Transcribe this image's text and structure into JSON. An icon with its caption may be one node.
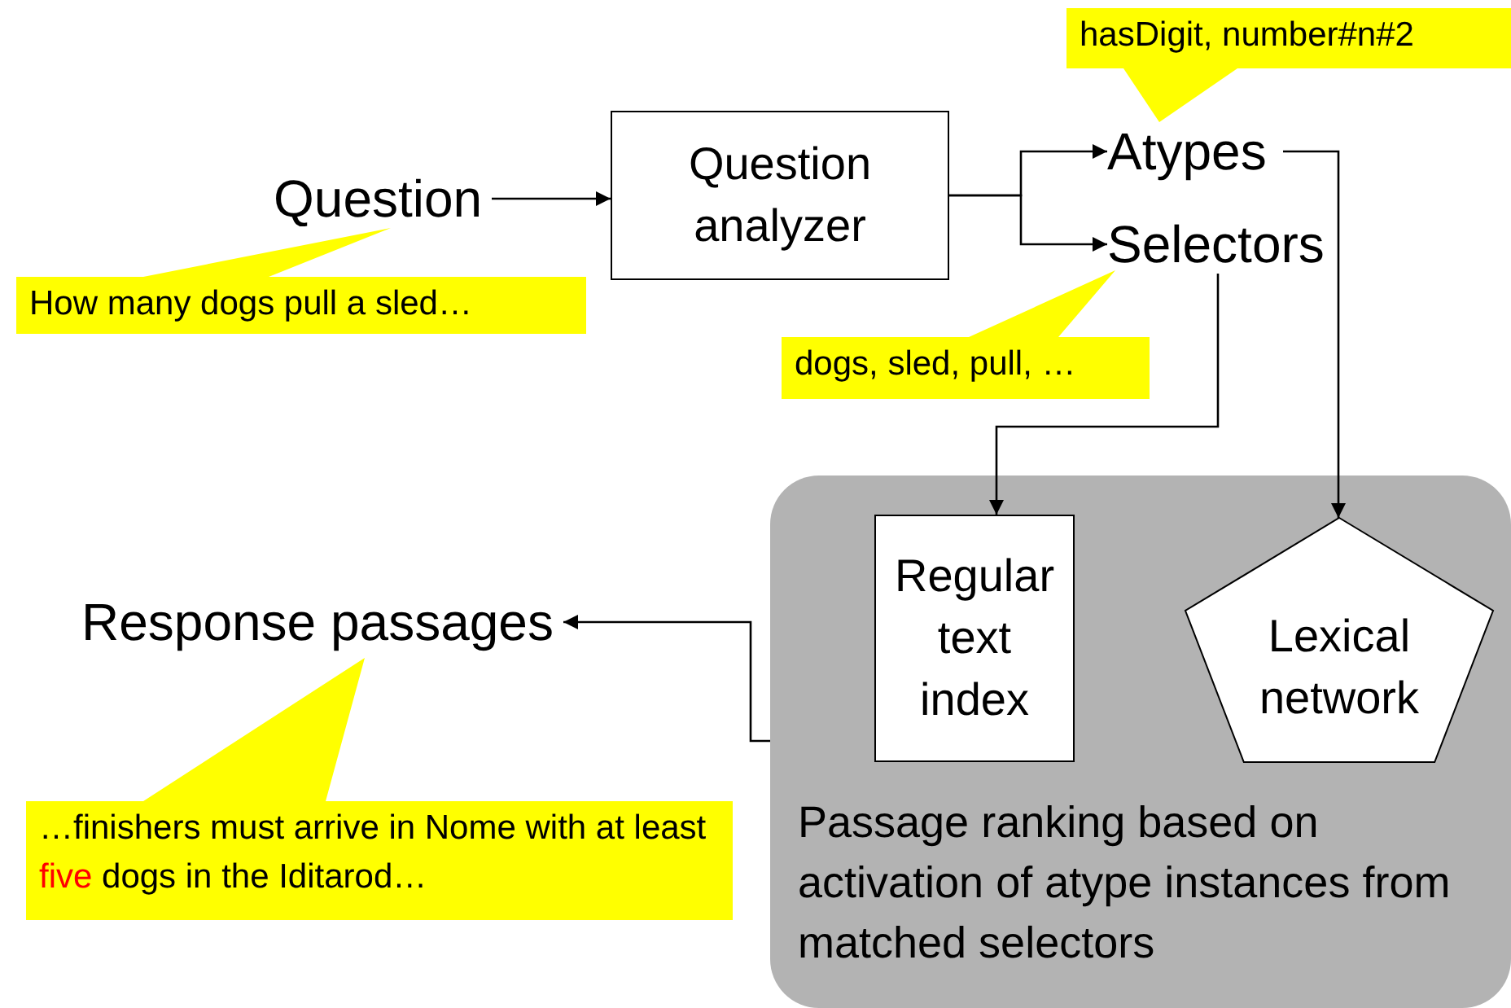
{
  "diagram": {
    "nodes": [
      {
        "text": [
          "Question"
        ]
      },
      {
        "text": [
          "Question analyzer"
        ]
      },
      {
        "text": [
          "Atypes"
        ]
      },
      {
        "text": [
          "Selectors"
        ]
      },
      {
        "text": [
          "Passage ranking based on activation of atype instances from matched selectors"
        ]
      },
      {
        "text": [
          "Regular text index"
        ],
        "in": 4
      },
      {
        "text": [
          "Lexical network"
        ],
        "in": 4
      },
      {
        "text": [
          "Response passages"
        ]
      },
      {
        "text": [
          "How many dogs pull a sled…"
        ]
      },
      {
        "text": [
          "hasDigit, number#n#2"
        ]
      },
      {
        "text": [
          "dogs, sled, pull, …"
        ]
      },
      {
        "text": [
          "…finishers must arrive in Nome with at least **five** dogs in the Iditarod…"
        ]
      }
    ],
    "edges": [
      {
        "from": 0,
        "to": 1,
        "arrow": "to"
      },
      {
        "from": 1,
        "to": 2,
        "arrow": "to"
      },
      {
        "from": 1,
        "to": 3,
        "arrow": "to"
      },
      {
        "from": 2,
        "to": 6,
        "arrow": "to"
      },
      {
        "from": 3,
        "to": 5,
        "arrow": "to"
      },
      {
        "from": 4,
        "to": 7,
        "arrow": "to"
      }
    ]
  }
}
